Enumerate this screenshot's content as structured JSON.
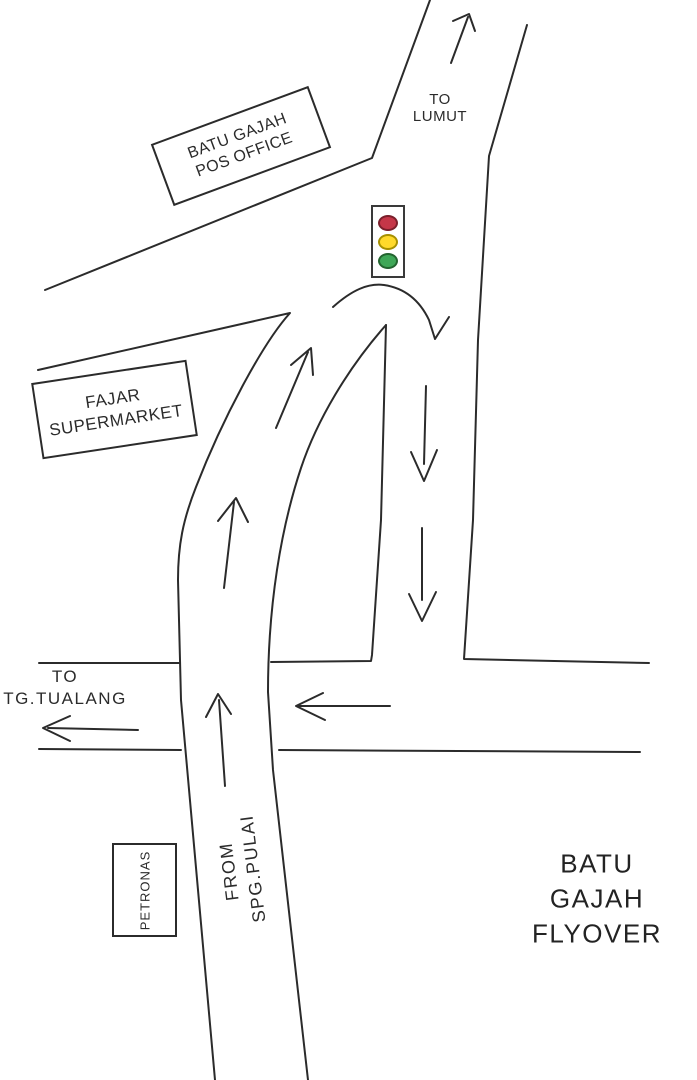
{
  "map": {
    "title": "BATU GAJAH\nFLYOVER",
    "road_labels": {
      "to_lumut": "TO\nLUMUT",
      "to_tg_tualang": "TO\nTG.TUALANG",
      "from_spg_pulai": "FROM\nSPG.PULAI"
    },
    "buildings": {
      "pos_office": "BATU GAJAH\nPOS OFFICE",
      "supermarket": "FAJAR\nSUPERMARKET",
      "petronas": "PETRONAS"
    },
    "traffic_light": {
      "lights": [
        {
          "name": "red",
          "color": "#c53648",
          "border": "#7a1f2b"
        },
        {
          "name": "yellow",
          "color": "#ffd92b",
          "border": "#a79000"
        },
        {
          "name": "green",
          "color": "#3fa757",
          "border": "#23642f"
        }
      ]
    },
    "colors": {
      "line": "#2b2b2b",
      "text": "#222222",
      "background": "#ffffff"
    }
  }
}
